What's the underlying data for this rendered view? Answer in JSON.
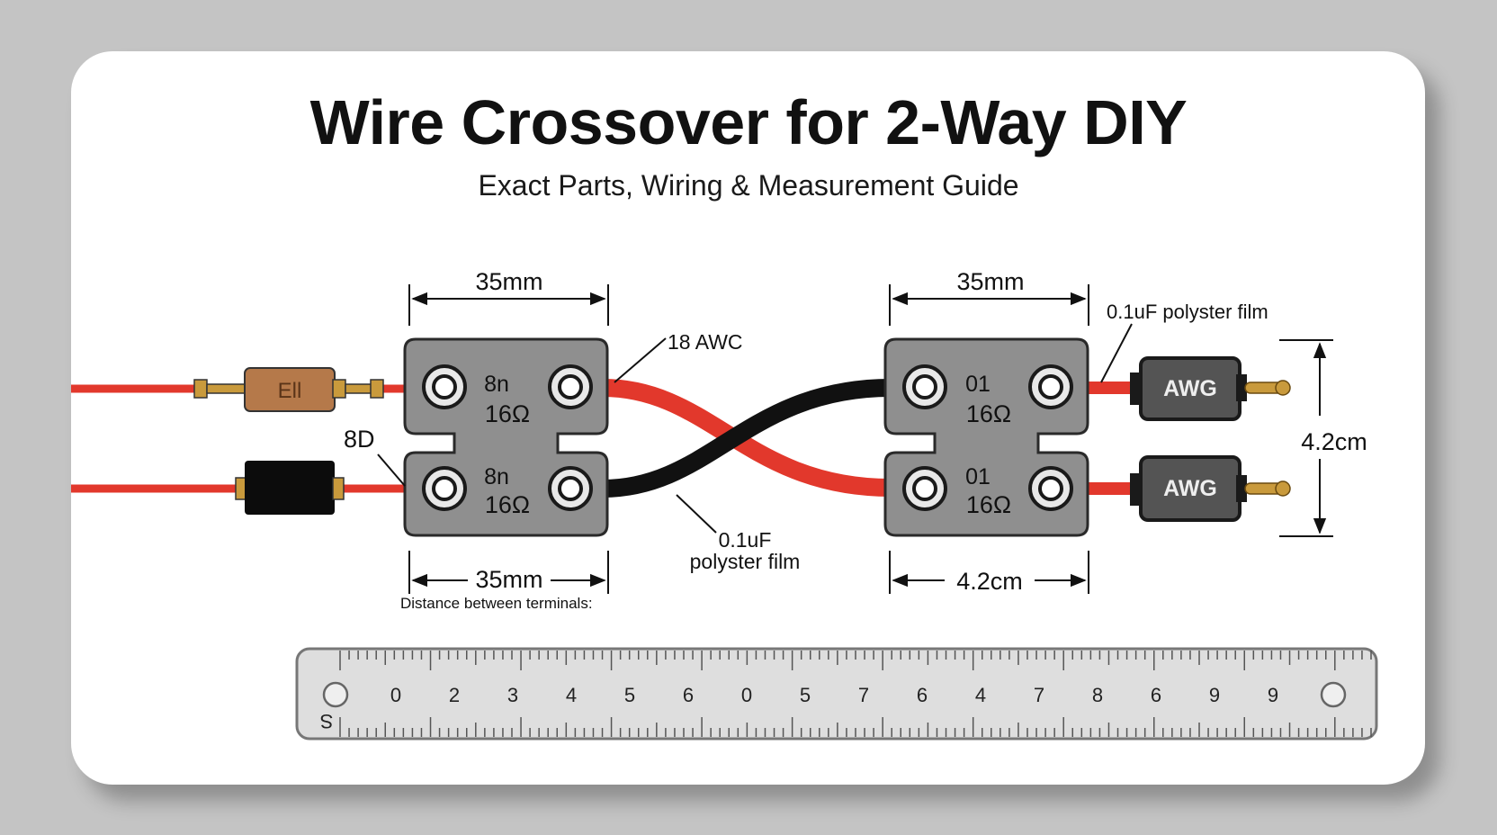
{
  "title": "Wire Crossover for 2-Way DIY",
  "subtitle": "Exact Parts, Wiring & Measurement Guide",
  "colors": {
    "wire_red": "#e2382c",
    "wire_black": "#111111",
    "block_fill": "#8f8f8f",
    "block_stroke": "#2a2a2a",
    "background": "#c4c4c4",
    "card": "#ffffff",
    "ruler": "#dedede",
    "resistor_body": "#b5794a",
    "connector_body": "#545454",
    "pin": "#c99a3c"
  },
  "dimensions": {
    "left_top": "35mm",
    "right_top": "35mm",
    "left_bottom": "35mm",
    "left_bottom_caption": "Distance between terminals:",
    "right_bottom": "4.2cm",
    "right_vertical": "4.2cm"
  },
  "callouts": {
    "wire_gauge": "18 AWC",
    "inductor": "8D",
    "cap_middle_line1": "0.1uF",
    "cap_middle_line2": "polyster film",
    "cap_right": "0.1uF polyster film"
  },
  "components": {
    "resistor_label": "Ell",
    "connector_top": "AWG",
    "connector_bottom": "AWG"
  },
  "blocks": {
    "left_top": {
      "line1": "8n",
      "line2": "16Ω"
    },
    "left_bottom": {
      "line1": "8n",
      "line2": "16Ω"
    },
    "right_top": {
      "line1": "01",
      "line2": "16Ω"
    },
    "right_bottom": {
      "line1": "01",
      "line2": "16Ω"
    }
  },
  "ruler": {
    "edge_mark": "S",
    "labels": [
      "0",
      "2",
      "3",
      "4",
      "5",
      "6",
      "0",
      "5",
      "7",
      "6",
      "4",
      "7",
      "8",
      "6",
      "9",
      "9"
    ]
  }
}
